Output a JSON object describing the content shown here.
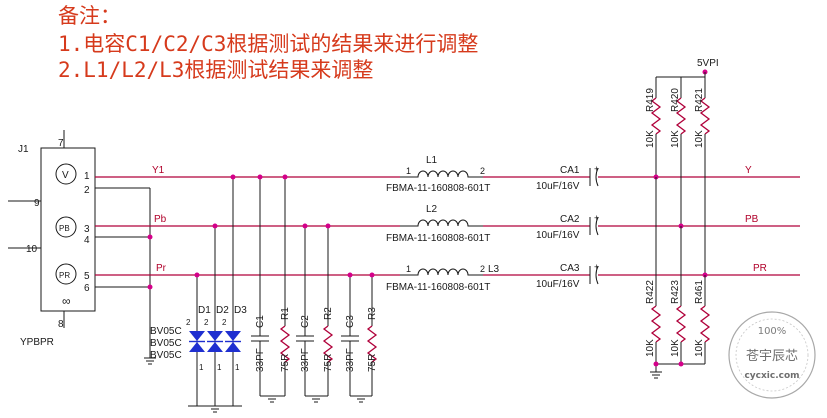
{
  "notes": {
    "title": "备注：",
    "line1": "1.电容C1/C2/C3根据测试的结果来进行调整",
    "line2": "2.L1/L2/L3根据测试结果来调整"
  },
  "connector": {
    "ref": "J1",
    "name": "YPBPR",
    "jack_labels": [
      "V",
      "PB",
      "PR"
    ],
    "pins": [
      "1",
      "2",
      "3",
      "4",
      "5",
      "6",
      "7",
      "8",
      "9",
      "10"
    ]
  },
  "nets": {
    "y_in": "Y1",
    "pb_in": "Pb",
    "pr_in": "Pr",
    "y_out": "Y",
    "pb_out": "PB",
    "pr_out": "PR",
    "power": "5VPI"
  },
  "diodes": {
    "refs": [
      "D1",
      "D2",
      "D3"
    ],
    "part": "BV05C",
    "pin_labels": [
      "2",
      "1"
    ]
  },
  "capacitors": {
    "refs": [
      "C1",
      "C2",
      "C3"
    ],
    "value": "33PF"
  },
  "resistors_shunt": {
    "refs": [
      "R1",
      "R2",
      "R3"
    ],
    "value": "75R"
  },
  "inductors": {
    "refs": [
      "L1",
      "L2",
      "L3"
    ],
    "part": "FBMA-11-160808-601T",
    "pin_labels": [
      "1",
      "2"
    ]
  },
  "coupling_caps": {
    "refs": [
      "CA1",
      "CA2",
      "CA3"
    ],
    "value": "10uF/16V",
    "polarity": "+"
  },
  "pullups": {
    "refs": [
      "R419",
      "R420",
      "R421"
    ],
    "value": "10K"
  },
  "pulldowns": {
    "refs": [
      "R422",
      "R423",
      "R461"
    ],
    "value": "10K"
  },
  "watermark": {
    "top": "100%",
    "name": "苍宇辰芯",
    "site": "cycxic.com"
  }
}
